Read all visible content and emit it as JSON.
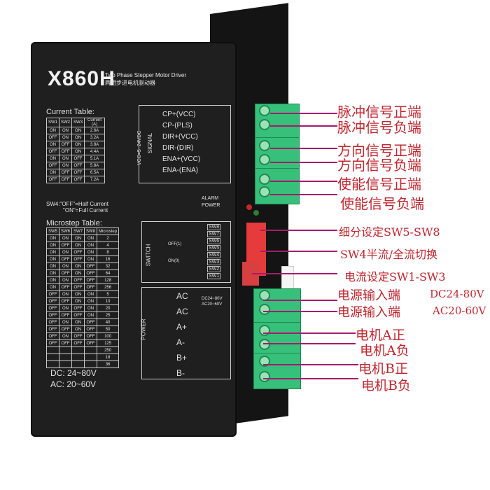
{
  "device": {
    "model": "X860H",
    "title_en": "Two Phase Stepper Motor Driver",
    "title_cn": "两相步进电机驱动器",
    "current_table_title": "Current Table:",
    "current_headers": [
      "SW1",
      "SW2",
      "SW3",
      "Current (A)"
    ],
    "current_rows": [
      [
        "ON",
        "ON",
        "ON",
        "2.6A"
      ],
      [
        "OFF",
        "ON",
        "ON",
        "3.2A"
      ],
      [
        "ON",
        "OFF",
        "ON",
        "3.8A"
      ],
      [
        "OFF",
        "OFF",
        "ON",
        "4.4A"
      ],
      [
        "ON",
        "ON",
        "OFF",
        "5.1A"
      ],
      [
        "OFF",
        "ON",
        "OFF",
        "5.8A"
      ],
      [
        "ON",
        "OFF",
        "OFF",
        "6.5A"
      ],
      [
        "OFF",
        "OFF",
        "OFF",
        "7.2A"
      ]
    ],
    "sw4_note1": "SW4:\"OFF\"=Half Current",
    "sw4_note2": "\"ON\"=Full Current",
    "microstep_title": "Microstep Table:",
    "micro_headers": [
      "SW5",
      "SW6",
      "SW7",
      "SW8",
      "Microstep"
    ],
    "micro_rows": [
      [
        "ON",
        "ON",
        "ON",
        "ON",
        "2"
      ],
      [
        "ON",
        "OFF",
        "ON",
        "ON",
        "4"
      ],
      [
        "ON",
        "ON",
        "OFF",
        "ON",
        "8"
      ],
      [
        "ON",
        "OFF",
        "OFF",
        "ON",
        "16"
      ],
      [
        "ON",
        "ON",
        "ON",
        "OFF",
        "32"
      ],
      [
        "ON",
        "OFF",
        "ON",
        "OFF",
        "64"
      ],
      [
        "ON",
        "ON",
        "OFF",
        "OFF",
        "128"
      ],
      [
        "ON",
        "OFF",
        "OFF",
        "OFF",
        "256"
      ],
      [
        "OFF",
        "ON",
        "ON",
        "ON",
        "5"
      ],
      [
        "OFF",
        "OFF",
        "ON",
        "ON",
        "10"
      ],
      [
        "OFF",
        "ON",
        "OFF",
        "ON",
        "20"
      ],
      [
        "OFF",
        "OFF",
        "OFF",
        "ON",
        "25"
      ],
      [
        "OFF",
        "ON",
        "ON",
        "OFF",
        "40"
      ],
      [
        "OFF",
        "OFF",
        "ON",
        "OFF",
        "50"
      ],
      [
        "OFF",
        "ON",
        "OFF",
        "OFF",
        "100"
      ],
      [
        "OFF",
        "OFF",
        "OFF",
        "OFF",
        "125"
      ],
      [
        "",
        "",
        "",
        "",
        "250"
      ],
      [
        "",
        "",
        "",
        "",
        "18"
      ],
      [
        "",
        "",
        "",
        "",
        "36"
      ]
    ],
    "dc": "DC: 24~80V",
    "ac": "AC: 20~60V",
    "signal_labels": [
      "CP+(VCC)",
      "CP-(PLS)",
      "DIR+(VCC)",
      "DIR-(DIR)",
      "ENA+(VCC)",
      "ENA-(ENA)"
    ],
    "signal_side": "SIGNAL",
    "vcc_note": "VCC=5~24VDC",
    "alarm": "ALARM",
    "power_label": "POWER",
    "switch_label": "SWITCH",
    "off_label": "OFF(1)",
    "on_label": "ON(0)",
    "sw_labels": [
      "SW8",
      "SW7",
      "SW6",
      "SW5",
      "SW4",
      "SW3",
      "SW2",
      "SW1"
    ],
    "power_terms": [
      "AC",
      "AC",
      "A+",
      "A-",
      "B+",
      "B-"
    ],
    "power_side": "POWER",
    "dc_small": "DC24~80V",
    "ac_small": "AC20~60V"
  },
  "callouts": {
    "pul_pos": "脉冲信号正端",
    "pul_neg": "脉冲信号负端",
    "dir_pos": "方向信号正端",
    "dir_neg": "方向信号负端",
    "ena_pos": "使能信号正端",
    "ena_neg": "使能信号负端",
    "microstep": "细分设定SW5-SW8",
    "sw4": "SW4半流/全流切换",
    "current": "电流设定SW1-SW3",
    "power1": "电源输入端",
    "power2": "电源输入端",
    "dc_range": "DC24-80V",
    "ac_range": "AC20-60V",
    "ma_pos": "电机A正",
    "ma_neg": "电机A负",
    "mb_pos": "电机B正",
    "mb_neg": "电机B负"
  },
  "colors": {
    "callout": "#c0262e",
    "line": "#a51b6e",
    "terminal": "#36c07a",
    "body": "#1f1f1f"
  }
}
